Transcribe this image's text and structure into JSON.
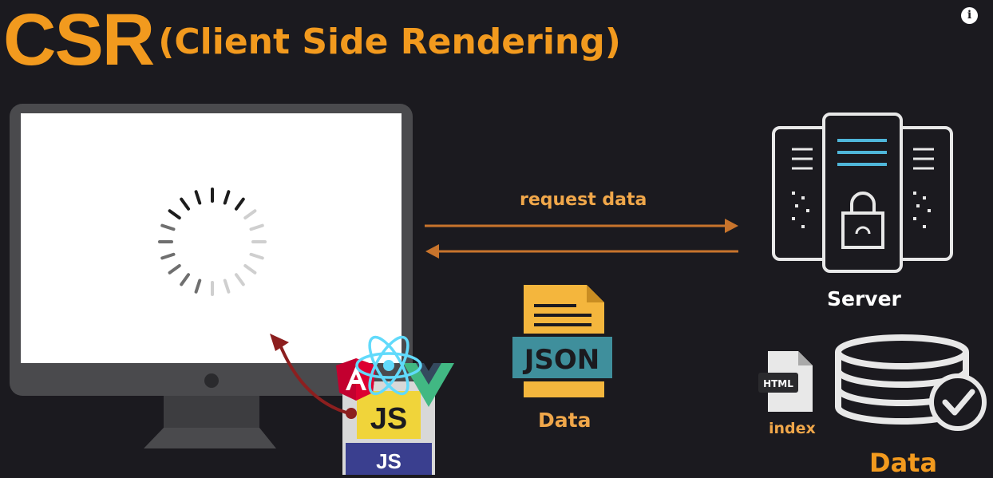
{
  "title": {
    "main": "CSR",
    "subtitle": "(Client Side Rendering)"
  },
  "diagram": {
    "request_label": "request data",
    "server_label": "Server",
    "json_badge": "JSON",
    "json_label": "Data",
    "html_badge": "HTML",
    "html_label": "index",
    "database_label": "Data",
    "js_badge_top": "JS",
    "js_badge_bottom": "JS",
    "framework_logos": [
      "angular-logo",
      "react-logo",
      "vue-logo"
    ]
  },
  "colors": {
    "background": "#1b1a1f",
    "accent": "#f29a1e",
    "arrow": "#c8742c",
    "server_line": "#4fb6d9",
    "json_yellow": "#f4b63d",
    "json_teal": "#3f8f9c",
    "js_yellow": "#f0d43a",
    "js_purple": "#3a3f8f",
    "return_arrow": "#8c1f1f"
  },
  "icons": [
    "info-icon",
    "monitor-icon",
    "loading-spinner-icon",
    "server-rack-icon",
    "lock-icon",
    "json-file-icon",
    "html-file-icon",
    "database-icon",
    "check-icon",
    "js-file-icon"
  ]
}
